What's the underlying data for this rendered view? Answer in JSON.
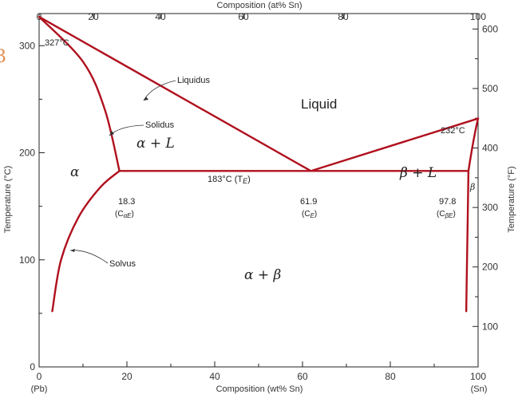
{
  "figure_number": "3",
  "top_axis": {
    "title": "Composition (at% Sn)",
    "ticks": [
      {
        "at": 0,
        "label": "0"
      },
      {
        "at": 20,
        "label": "20"
      },
      {
        "at": 40,
        "label": "40"
      },
      {
        "at": 60,
        "label": "60"
      },
      {
        "at": 80,
        "label": "80"
      },
      {
        "at": 100,
        "label": "100"
      }
    ]
  },
  "bottom_axis": {
    "title": "Composition (wt% Sn)",
    "ticks": [
      {
        "at": 0,
        "label": "0"
      },
      {
        "at": 20,
        "label": "20"
      },
      {
        "at": 40,
        "label": "40"
      },
      {
        "at": 60,
        "label": "60"
      },
      {
        "at": 80,
        "label": "80"
      },
      {
        "at": 100,
        "label": "100"
      }
    ],
    "left_end_label": "(Pb)",
    "right_end_label": "(Sn)"
  },
  "left_axis": {
    "title": "Temperature (°C)",
    "ticks": [
      {
        "at": 0,
        "label": "0"
      },
      {
        "at": 100,
        "label": "100"
      },
      {
        "at": 200,
        "label": "200"
      },
      {
        "at": 300,
        "label": "300"
      }
    ]
  },
  "right_axis": {
    "title": "Temperature (°F)",
    "ticks": [
      {
        "at": 100,
        "label": "100"
      },
      {
        "at": 200,
        "label": "200"
      },
      {
        "at": 300,
        "label": "300"
      },
      {
        "at": 400,
        "label": "400"
      },
      {
        "at": 500,
        "label": "500"
      },
      {
        "at": 600,
        "label": "600"
      }
    ]
  },
  "annotations": {
    "pb_melting": "327°C",
    "sn_melting": "232°C",
    "liquidus": "Liquidus",
    "solidus": "Solidus",
    "solvus": "Solvus",
    "eutectic_temp": "183°C (T",
    "eutectic_temp_sub": "E",
    "eutectic_temp_close": ")",
    "c_alpha_value": "18.3",
    "c_alpha_label": "(C",
    "c_alpha_sub": "αE",
    "c_alpha_close": ")",
    "c_e_value": "61.9",
    "c_e_label": "(C",
    "c_e_sub": "E",
    "c_e_close": ")",
    "c_beta_value": "97.8",
    "c_beta_label": "(C",
    "c_beta_sub": "βE",
    "c_beta_close": ")",
    "beta_small": "β"
  },
  "regions": {
    "liquid": "Liquid",
    "alpha_l": "α + L",
    "beta_l": "β + L",
    "alpha": "α",
    "alpha_beta": "α + β"
  },
  "chart_data": {
    "type": "line",
    "xlabel": "Composition (wt% Sn)",
    "ylabel": "Temperature (°C)",
    "xlim": [
      0,
      100
    ],
    "ylim": [
      0,
      330
    ],
    "series": [
      {
        "name": "Liquidus",
        "x": [
          0,
          61.9,
          100
        ],
        "y": [
          327,
          183,
          232
        ]
      },
      {
        "name": "Solidus",
        "x": [
          0,
          10,
          15,
          18.3,
          61.9,
          97.8,
          99,
          100
        ],
        "y": [
          327,
          285,
          240,
          183,
          183,
          183,
          215,
          232
        ]
      },
      {
        "name": "Solvus",
        "x": [
          3,
          5,
          9,
          14,
          18.3
        ],
        "y": [
          52,
          100,
          140,
          168,
          183
        ]
      },
      {
        "name": "",
        "x": [
          97.8,
          97.6,
          97.4,
          97.3
        ],
        "y": [
          183,
          130,
          80,
          52
        ]
      }
    ]
  }
}
